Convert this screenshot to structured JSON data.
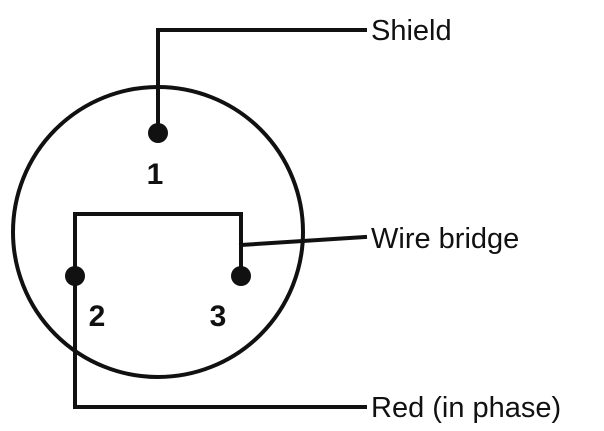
{
  "pins": [
    {
      "number": "1"
    },
    {
      "number": "2"
    },
    {
      "number": "3"
    }
  ],
  "labels": {
    "shield": "Shield",
    "wire_bridge": "Wire bridge",
    "red": "Red (in phase)"
  },
  "colors": {
    "ink": "#111111",
    "background": "#ffffff"
  }
}
